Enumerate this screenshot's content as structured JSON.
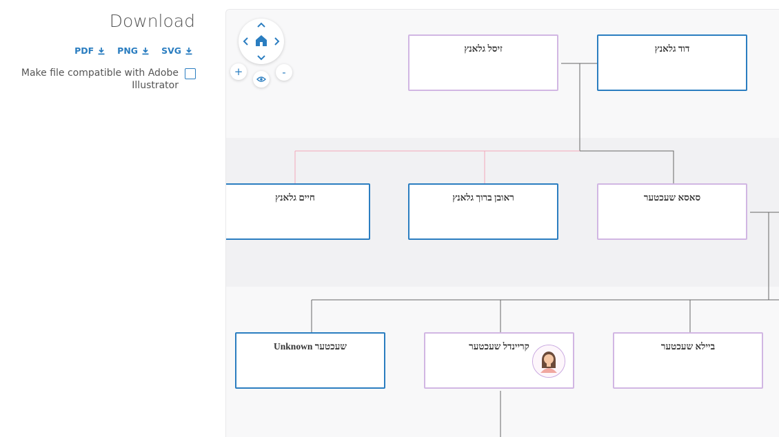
{
  "download": {
    "title": "Download",
    "formats": [
      {
        "label": "PDF"
      },
      {
        "label": "PNG"
      },
      {
        "label": "SVG"
      }
    ],
    "compat_label": "Make file compatible with Adobe Illustrator",
    "compat_checked": false
  },
  "navigation": {
    "zoom_in": "+",
    "zoom_out": "-"
  },
  "tree": {
    "colors": {
      "male_border": "#2a7dc0",
      "female_border": "#d1b6e3",
      "link_pink": "#f2a8b8",
      "link_gray": "#666666"
    },
    "people": [
      {
        "name": "זיסל גלאנץ",
        "gender": "female",
        "has_photo": false
      },
      {
        "name": "דוד גלאנץ",
        "gender": "male",
        "has_photo": false
      },
      {
        "name": "חיים גלאנץ",
        "gender": "male",
        "has_photo": false
      },
      {
        "name": "ראובן ברוך גלאנץ",
        "gender": "male",
        "has_photo": false
      },
      {
        "name": "סאסא שעכטער",
        "gender": "female",
        "has_photo": false
      },
      {
        "name": "Unknown שעכטער",
        "gender": "male",
        "has_photo": false
      },
      {
        "name": "קריינדל שעכטער",
        "gender": "female",
        "has_photo": true
      },
      {
        "name": "ביילא שעכטער",
        "gender": "female",
        "has_photo": false
      }
    ]
  }
}
